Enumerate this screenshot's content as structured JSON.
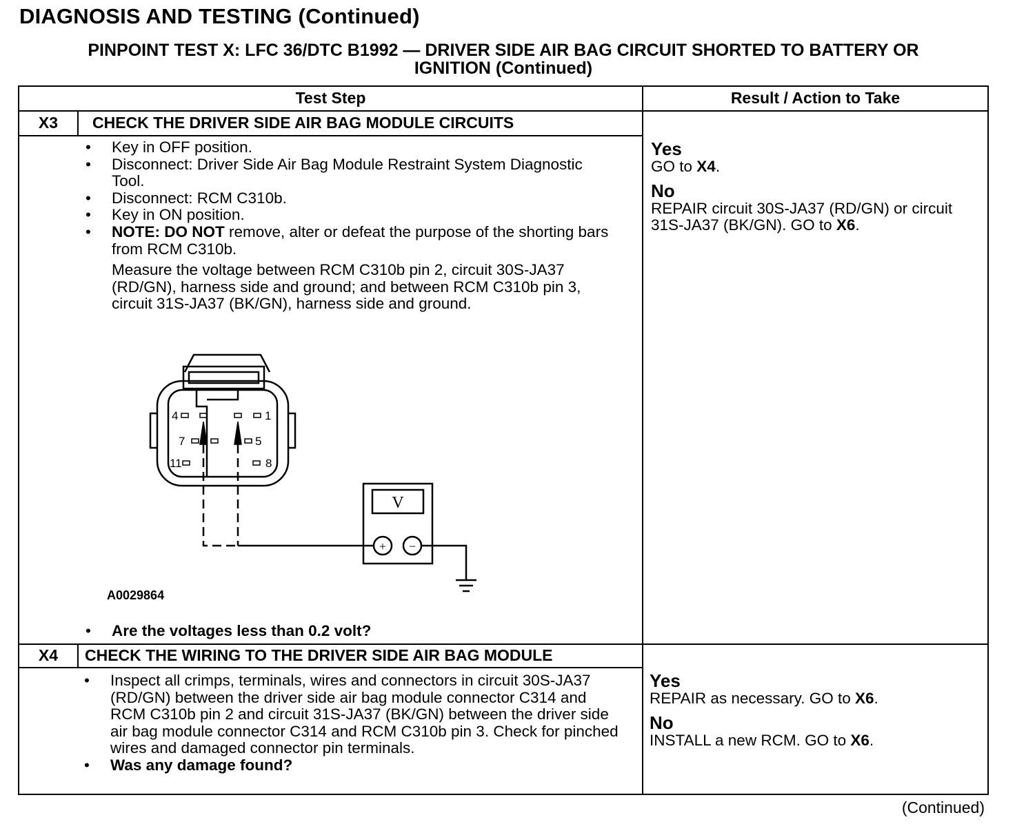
{
  "header": {
    "page_title": "DIAGNOSIS AND TESTING (Continued)",
    "test_title_line1": "PINPOINT TEST  X: LFC 36/DTC B1992 — DRIVER SIDE AIR BAG CIRCUIT SHORTED TO BATTERY OR",
    "test_title_line2": "IGNITION (Continued)"
  },
  "table": {
    "col_test_step": "Test Step",
    "col_result": "Result / Action to Take"
  },
  "steps": [
    {
      "id": "X3",
      "title": "CHECK THE DRIVER SIDE AIR BAG MODULE CIRCUITS",
      "bullets": [
        {
          "text": "Key in OFF position."
        },
        {
          "text": "Disconnect: Driver Side Air Bag Module Restraint System Diagnostic Tool."
        },
        {
          "text": "Disconnect: RCM C310b."
        },
        {
          "text": "Key in ON position."
        },
        {
          "bold": "NOTE: DO NOT",
          "text": " remove, alter or defeat the purpose of the shorting bars from RCM C310b."
        }
      ],
      "measure": "Measure the voltage between RCM C310b pin 2, circuit 30S-JA37 (RD/GN), harness side and ground; and between RCM C310b pin 3, circuit 31S-JA37 (BK/GN), harness side and ground.",
      "figure_code": "A0029864",
      "question": "Are the voltages less than 0.2 volt?",
      "yes_label": "Yes",
      "yes_text": "GO to ",
      "yes_ref": "X4",
      "no_label": "No",
      "no_text": "REPAIR circuit 30S-JA37 (RD/GN) or circuit 31S-JA37 (BK/GN). GO to ",
      "no_ref": "X6"
    },
    {
      "id": "X4",
      "title": "CHECK THE WIRING TO THE DRIVER SIDE AIR BAG MODULE",
      "bullets": [
        {
          "text": "Inspect all crimps, terminals, wires and connectors in circuit 30S-JA37 (RD/GN) between the driver side air bag module connector C314 and RCM C310b pin 2 and circuit 31S-JA37 (BK/GN) between the driver side air bag module connector C314 and RCM  C310b pin 3. Check for pinched wires and damaged connector pin terminals."
        }
      ],
      "question": "Was any damage found?",
      "yes_label": "Yes",
      "yes_text": "REPAIR as necessary. GO to ",
      "yes_ref": "X6",
      "no_label": "No",
      "no_text": "INSTALL a new RCM. GO to ",
      "no_ref": "X6"
    }
  ],
  "diagram": {
    "pins": [
      "4",
      "1",
      "7",
      "5",
      "11",
      "8"
    ],
    "meter_symbol": "V",
    "plus": "+",
    "minus": "−"
  },
  "footer": {
    "continued": "(Continued)"
  }
}
